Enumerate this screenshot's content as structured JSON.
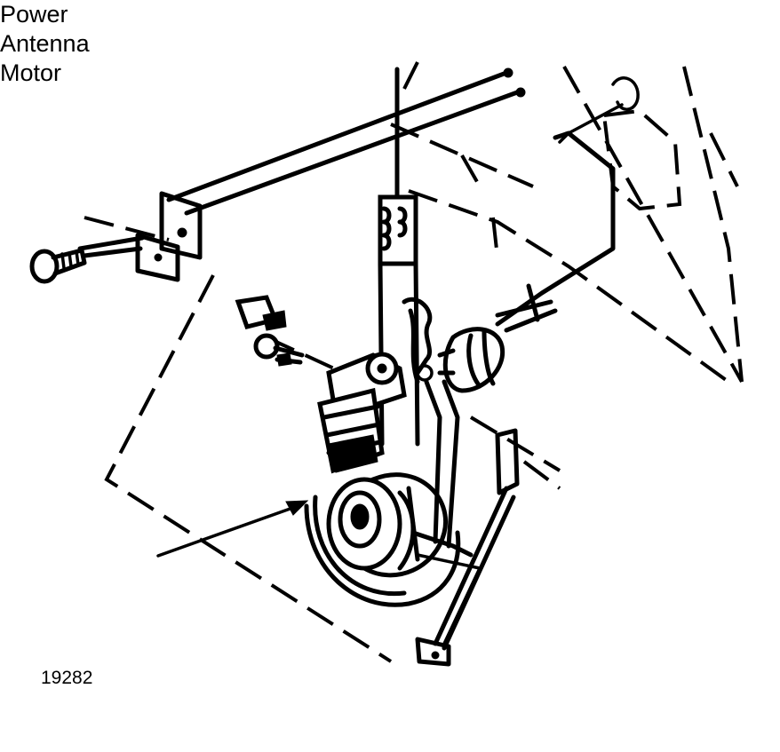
{
  "diagram": {
    "callout": {
      "lines": [
        "Power",
        "Antenna",
        "Motor"
      ]
    },
    "figure_number": "19282",
    "colors": {
      "ink": "#000000",
      "paper": "#ffffff"
    }
  }
}
